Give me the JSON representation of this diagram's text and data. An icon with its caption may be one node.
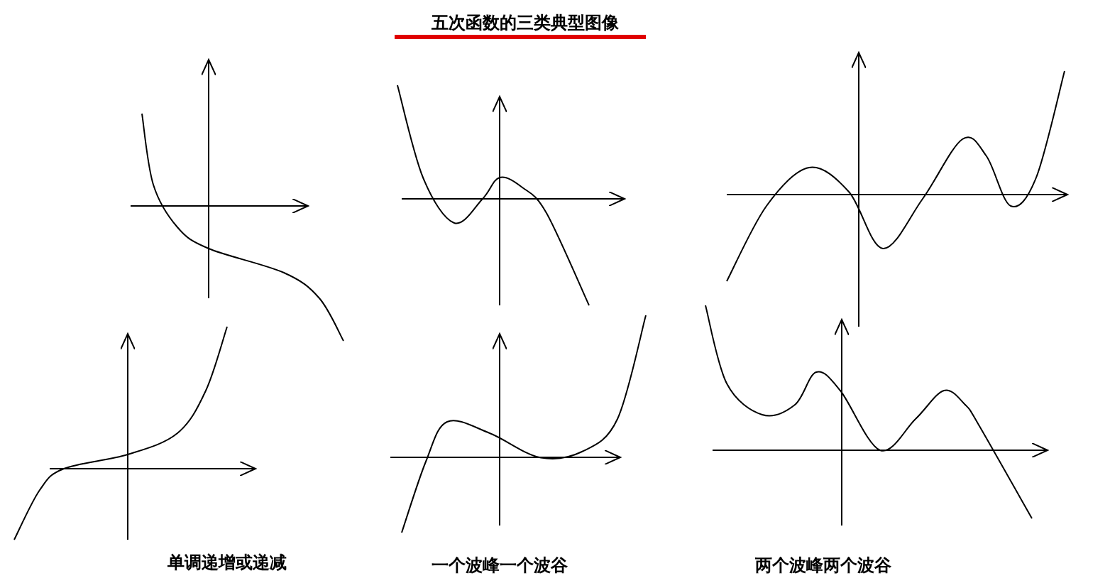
{
  "diagram": {
    "title": "五次函数的三类典型图像",
    "labels": [
      "单调递增或递减",
      "一个波峰一个波谷",
      "两个波峰两个波谷"
    ]
  }
}
